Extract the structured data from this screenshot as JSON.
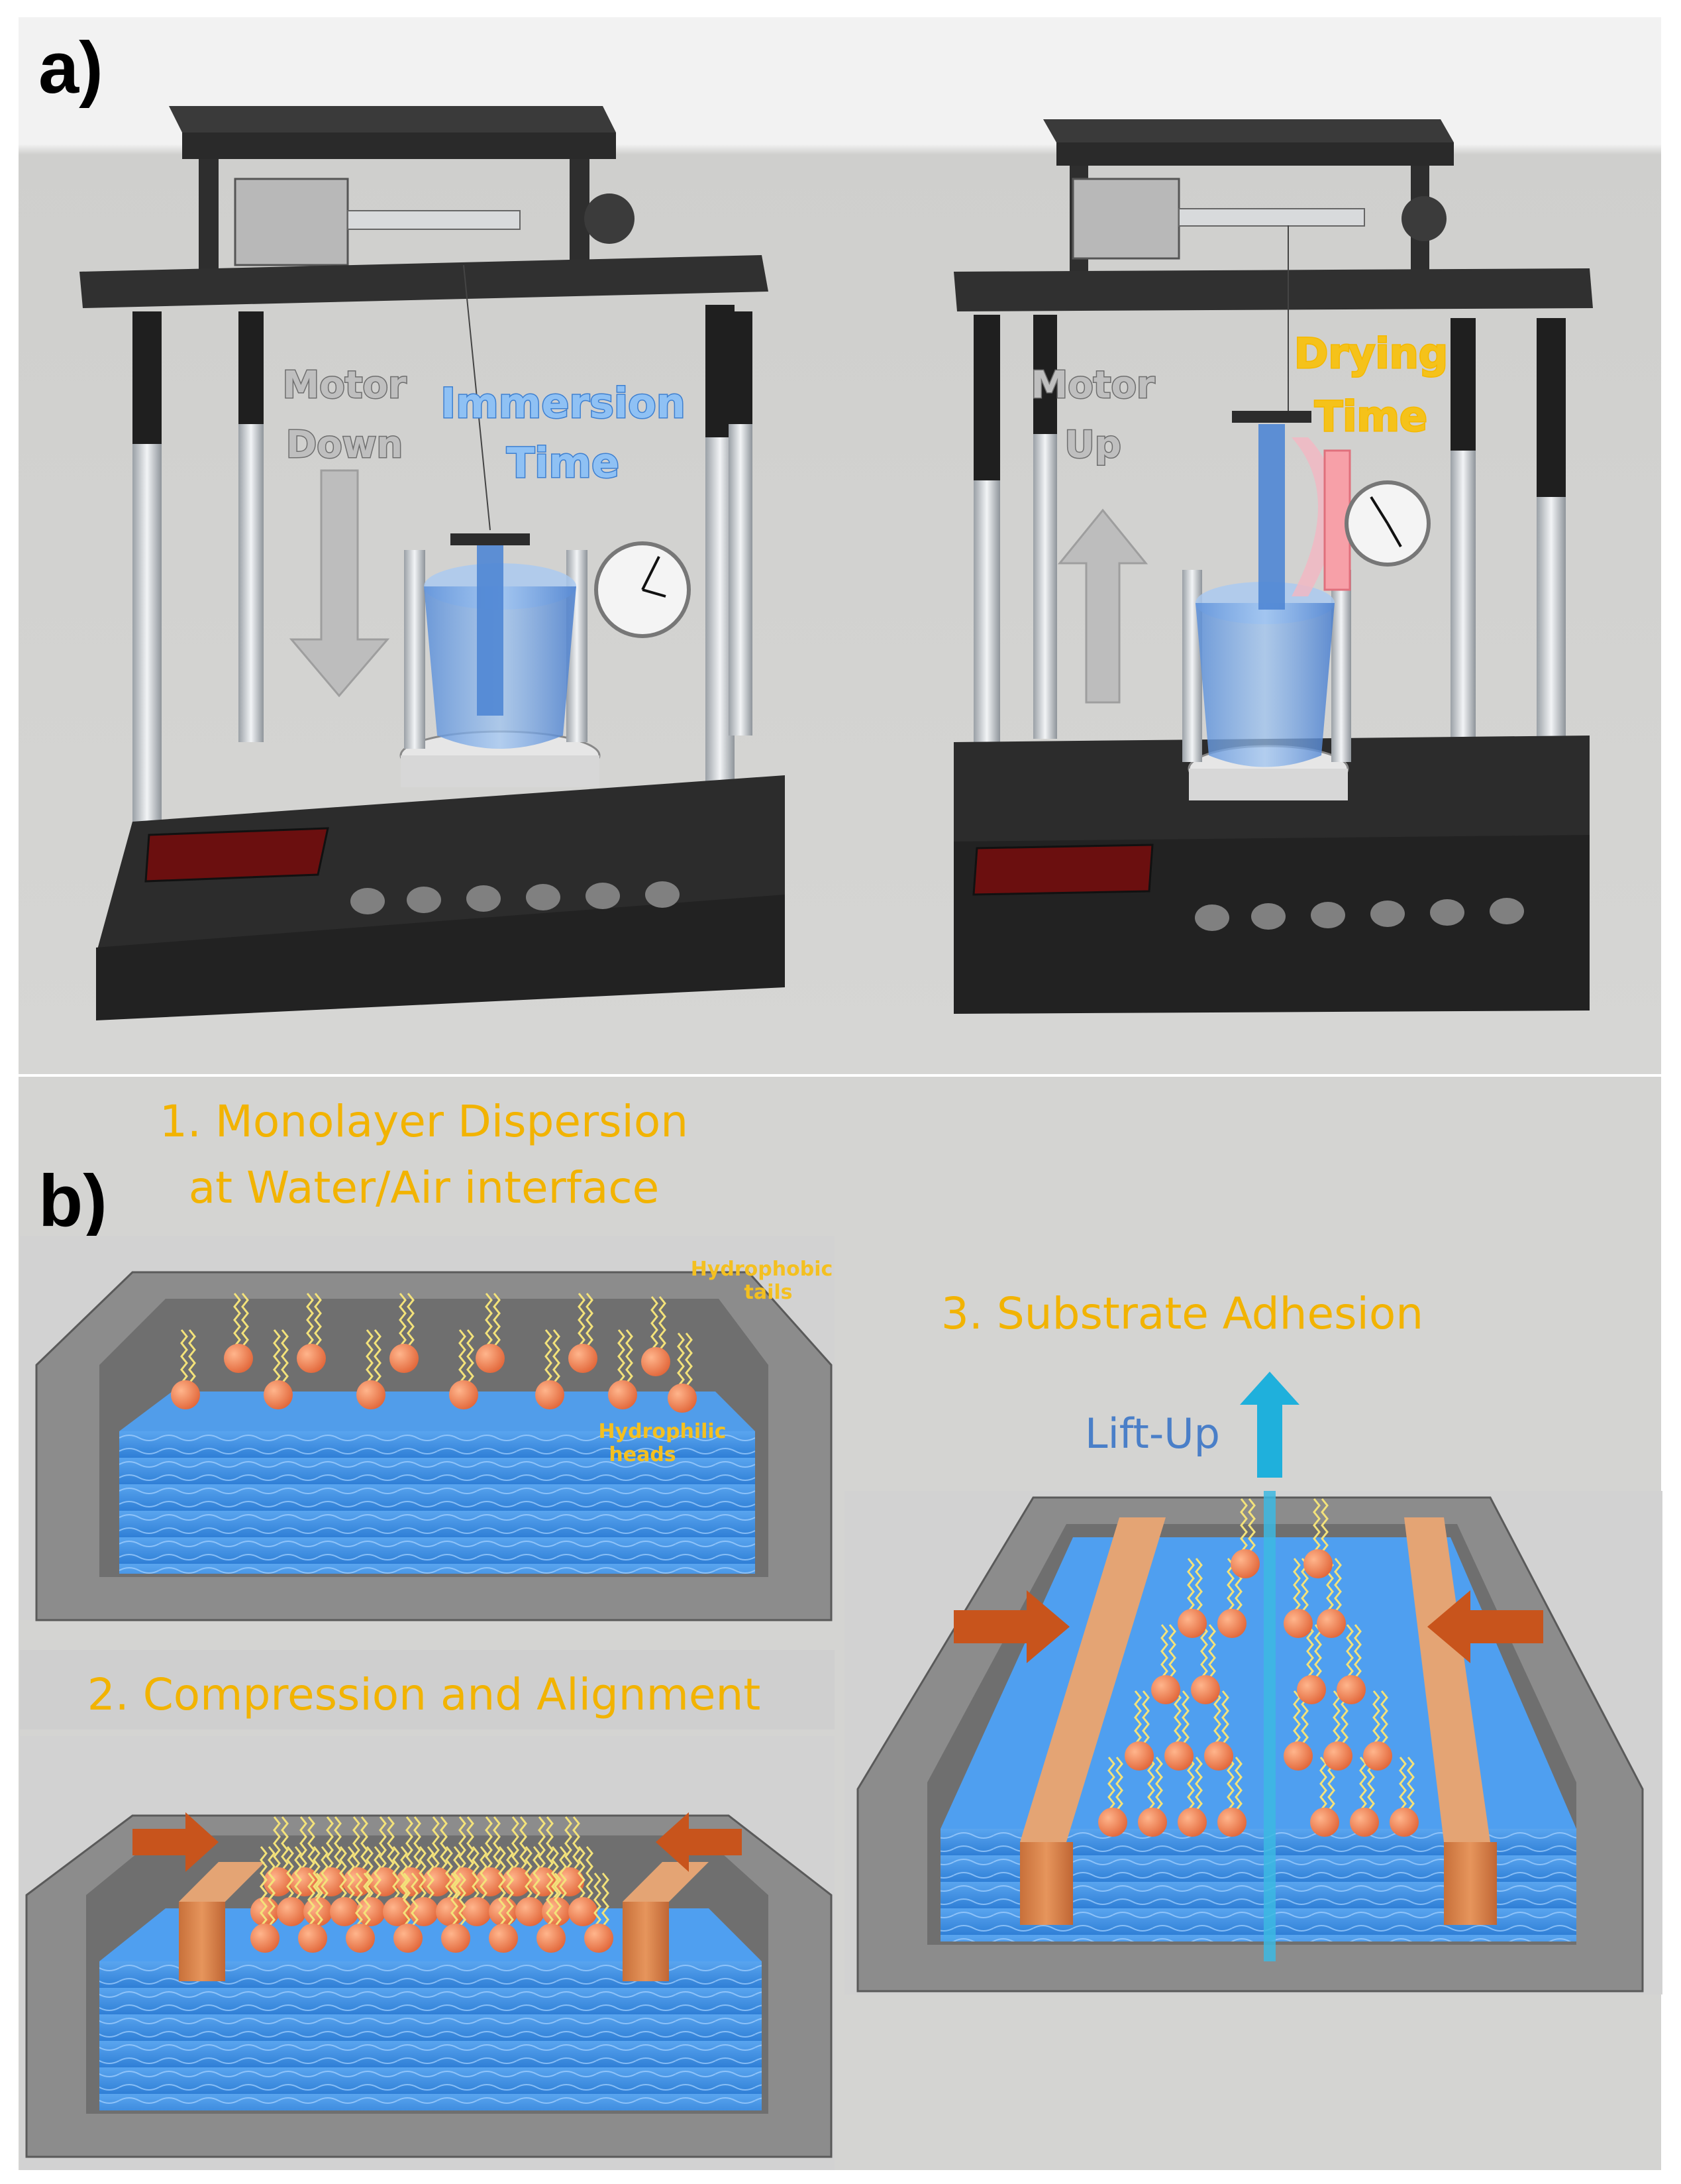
{
  "panel_a": {
    "label": "a)",
    "left_device": {
      "motor_label_1": "Motor",
      "motor_label_2": "Down",
      "time_label_1": "Immersion",
      "time_label_2": "Time"
    },
    "right_device": {
      "motor_label_1": "Motor",
      "motor_label_2": "Up",
      "time_label_1": "Drying",
      "time_label_2": "Time"
    }
  },
  "panel_b": {
    "label": "b)",
    "step1_line1": "1. Monolayer Dispersion",
    "step1_line2": "at Water/Air interface",
    "hydrophobic_1": "Hydrophobic",
    "hydrophobic_2": "tails",
    "hydrophilic_1": "Hydrophilic",
    "hydrophilic_2": "heads",
    "step2": "2. Compression and Alignment",
    "step3": "3. Substrate Adhesion",
    "lift_up": "Lift-Up"
  },
  "colors": {
    "background": "#d4d4d2",
    "device_body": "#2e2e2e",
    "water": "#3f8fe0",
    "lipid_head": "#ef7f4f",
    "lipid_tail": "#f3e27a",
    "barrier": "#d8824a",
    "arrow": "#c8541c",
    "lift_arrow": "#1fb0dc",
    "immersion_text": "#5b9be0",
    "drying_text": "#f5b800",
    "step_text": "#f2b300"
  }
}
